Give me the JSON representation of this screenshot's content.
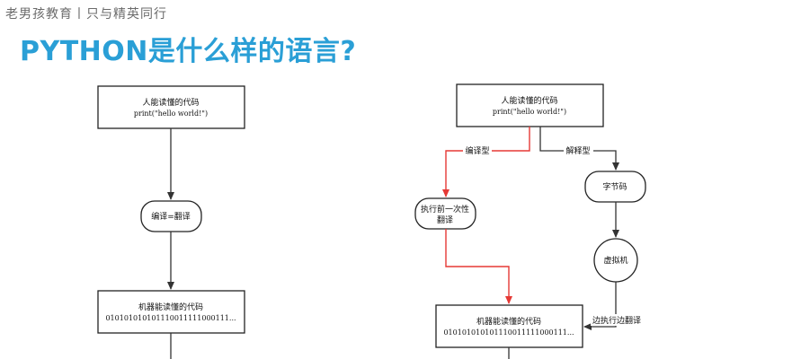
{
  "header": {
    "brand": "老男孩教育丨只与精英同行",
    "title": "PYTHON是什么样的语言?"
  },
  "diagram_left": {
    "human_node": {
      "line1": "人能读懂的代码",
      "line2": "print(\"hello world!\")"
    },
    "compile_node": {
      "label": "编译=翻译"
    },
    "machine_node": {
      "line1": "机器能读懂的代码",
      "line2": "010101010101110011111000111..."
    }
  },
  "diagram_right": {
    "human_node": {
      "line1": "人能读懂的代码",
      "line2": "print(\"hello world!\")"
    },
    "compiled_edge_label": "编译型",
    "interpreted_edge_label": "解释型",
    "pretranslate_node": {
      "line1": "执行前一次性",
      "line2": "翻译"
    },
    "bytecode_node": {
      "label": "字节码"
    },
    "vm_node": {
      "label": "虚拟机"
    },
    "runtime_edge_label": "边执行边翻译",
    "machine_node": {
      "line1": "机器能读懂的代码",
      "line2": "010101010101110011111000111..."
    }
  },
  "colors": {
    "title": "#2a9fd6",
    "compiled_path": "#e53935",
    "default_path": "#333333"
  }
}
